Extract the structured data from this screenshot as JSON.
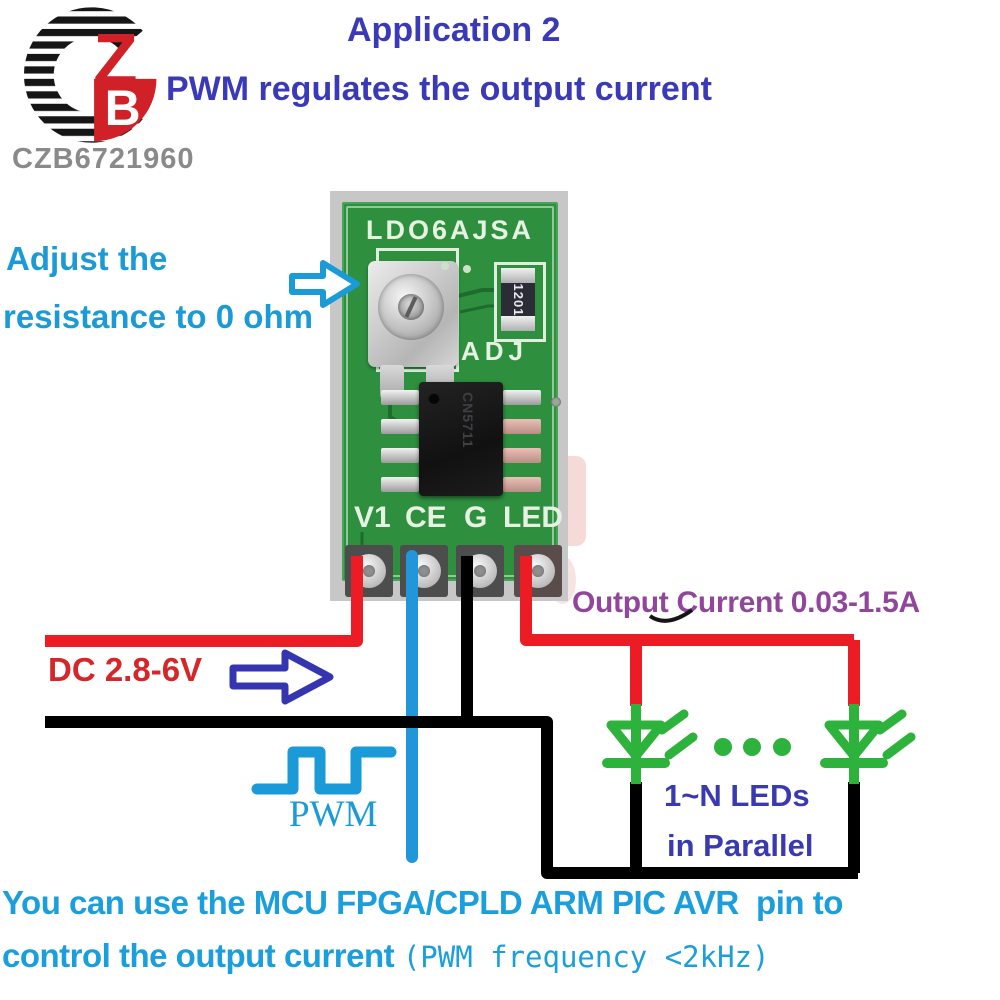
{
  "brand": {
    "logo_text": "CZB6721960"
  },
  "header": {
    "title": "Application 2",
    "subtitle": "PWM regulates the output current"
  },
  "pcb": {
    "board_label": "LDO6AJSA",
    "adj_label": "ADJ",
    "resistor_label": "1201",
    "ic_label": "CN5711",
    "pins": [
      "V1",
      "CE",
      "G",
      "LED"
    ]
  },
  "annotations": {
    "adjust_1": "Adjust the",
    "adjust_2": "resistance to 0 ohm",
    "output_current": "Output Current 0.03-1.5A",
    "dc_input": "DC 2.8-6V",
    "pwm": "PWM",
    "leds_1": "1~N LEDs",
    "leds_2": "in Parallel"
  },
  "footer": {
    "line1": "You can use the MCU FPGA/CPLD ARM PIC AVR  pin to",
    "line2_bold": "control the output current ",
    "line2_note": "(PWM frequency <2kHz)"
  },
  "colors": {
    "title_blue": "#3a3ab8",
    "cyan": "#1b9ad6",
    "red_text": "#d5262a",
    "wire_red": "#ec1c24",
    "wire_black": "#000000",
    "wire_blue": "#2196d8",
    "led_green": "#2db23c",
    "purple": "#90479b",
    "pcb_green": "#2e8f3f"
  }
}
